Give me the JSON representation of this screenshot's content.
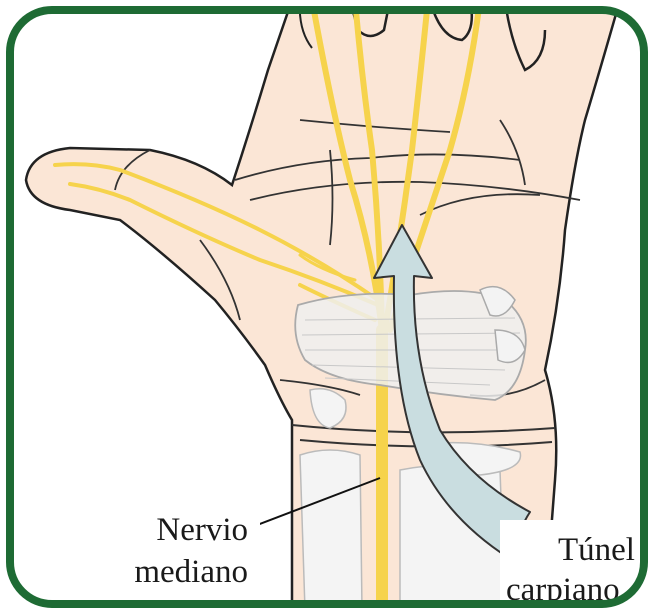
{
  "labels": {
    "nerve_line1": "Nervio",
    "nerve_line2": "mediano",
    "tunnel_line1": "Túnel",
    "tunnel_line2": "carpiano"
  },
  "colors": {
    "frame": "#1e6b34",
    "skin": "#fbe6d6",
    "outline": "#222222",
    "nerve": "#f6d34c",
    "bone": "#eeeeee",
    "arrow": "#c9dde0",
    "background": "#ffffff"
  }
}
